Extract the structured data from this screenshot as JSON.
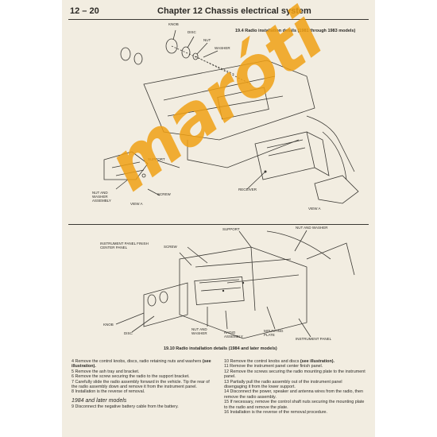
{
  "header": {
    "page_number": "12 – 20",
    "chapter_title": "Chapter 12   Chassis electrical system"
  },
  "figure_1": {
    "caption": "19.4   Radio installation details (1981 through 1983 models)",
    "labels": {
      "knob": "KNOB",
      "disc": "DISC",
      "nut": "NUT",
      "washer": "WASHER",
      "support": "SUPPORT",
      "nut_washer_assembly": "NUT AND WASHER ASSEMBLY",
      "screw": "SCREW",
      "view_a_left": "VIEW A",
      "receiver": "RECEIVER",
      "view_a_right": "VIEW A"
    }
  },
  "figure_2": {
    "caption": "19.10   Radio installation details (1984 and later models)",
    "labels": {
      "support": "SUPPORT",
      "nut_and_washer": "NUT AND WASHER",
      "finish_panel": "INSTRUMENT PANEL FINISH CENTER PANEL",
      "screw": "SCREW",
      "knob": "KNOB",
      "disc": "DISC",
      "nut_washer": "NUT AND WASHER",
      "radio_assembly": "RADIO ASSEMBLY",
      "mounting_plate": "MOUNTING PLATE",
      "instrument_panel": "INSTRUMENT PANEL"
    }
  },
  "watermark": "maróti",
  "text_left": {
    "s4a": "4   Remove the control knobs, discs, radio retaining nuts and washers",
    "s4b": "(see illustration).",
    "s5": "5   Remove the ash tray and bracket.",
    "s6": "6   Remove the screw securing the radio to the support bracket.",
    "s7": "7   Carefully slide the radio assembly forward in the vehicle. Tip the rear of the radio assembly down and remove it from the instrument panel.",
    "s8": "8   Installation is the reverse of removal.",
    "subhead": "1984 and later models",
    "s9": "9   Disconnect the negative battery cable from the battery."
  },
  "text_right": {
    "s10a": "10   Remove the control knobs and discs",
    "s10b": "(see illustration).",
    "s11": "11   Remove the instrument panel center finish panel.",
    "s12": "12   Remove the screws securing the radio mounting plate to the instrument panel.",
    "s13": "13   Partially pull the radio assembly out of the instrument panel disengaging it from the lower support.",
    "s14": "14   Disconnect the power, speaker and antenna wires from the radio, then remove the radio assembly.",
    "s15": "15   If necessary, remove the control shaft nuts securing the mounting plate to the radio and remove the plate.",
    "s16": "16   Installation is the reverse of the removal procedure."
  }
}
